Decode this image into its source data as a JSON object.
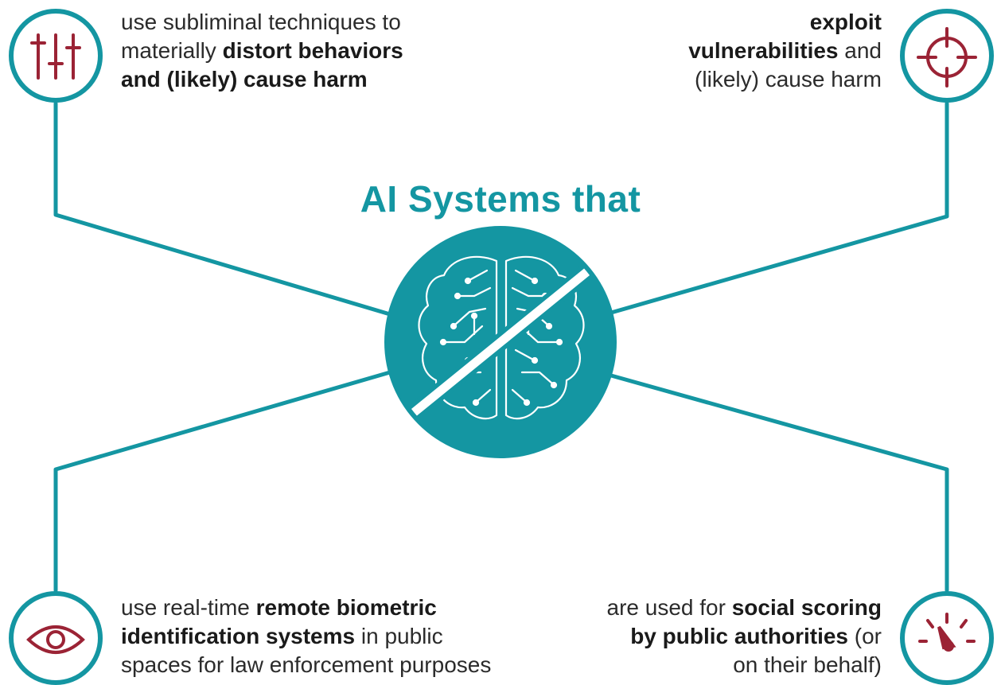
{
  "title": "AI Systems that",
  "colors": {
    "teal": "#1496a2",
    "maroon": "#9b2335",
    "text": "#2b2b2b"
  },
  "center": {
    "icon": "brain-circuit-prohibited-icon"
  },
  "items": [
    {
      "icon": "sliders-icon",
      "lines": [
        [
          {
            "t": "use subliminal techniques to",
            "b": false
          }
        ],
        [
          {
            "t": "materially ",
            "b": false
          },
          {
            "t": "distort behaviors",
            "b": true
          }
        ],
        [
          {
            "t": "and (likely) cause harm",
            "b": true
          }
        ]
      ]
    },
    {
      "icon": "crosshair-target-icon",
      "lines": [
        [
          {
            "t": "exploit",
            "b": true
          }
        ],
        [
          {
            "t": "vulnerabilities",
            "b": true
          },
          {
            "t": " and",
            "b": false
          }
        ],
        [
          {
            "t": "(likely) cause harm",
            "b": false
          }
        ]
      ]
    },
    {
      "icon": "eye-icon",
      "lines": [
        [
          {
            "t": "use real-time ",
            "b": false
          },
          {
            "t": "remote biometric",
            "b": true
          }
        ],
        [
          {
            "t": "identification systems",
            "b": true
          },
          {
            "t": " in public",
            "b": false
          }
        ],
        [
          {
            "t": "spaces for law enforcement purposes",
            "b": false
          }
        ]
      ]
    },
    {
      "icon": "gauge-meter-icon",
      "lines": [
        [
          {
            "t": "are used for ",
            "b": false
          },
          {
            "t": "social scoring",
            "b": true
          }
        ],
        [
          {
            "t": "by public authorities",
            "b": true
          },
          {
            "t": " (or",
            "b": false
          }
        ],
        [
          {
            "t": "on their behalf)",
            "b": false
          }
        ]
      ]
    }
  ]
}
